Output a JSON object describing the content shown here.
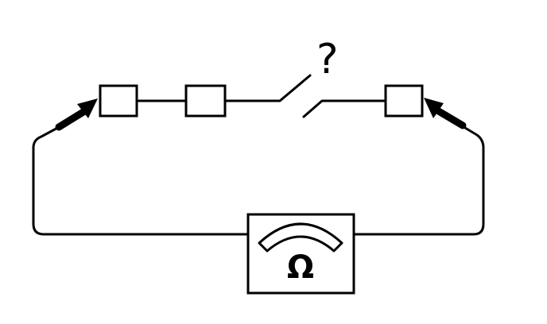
{
  "diagram": {
    "unknown_marker": "?",
    "meter_symbol": "Ω",
    "colors": {
      "line": "#000000",
      "background": "#ffffff"
    },
    "components": {
      "box_count": 3,
      "meter": "ohmmeter",
      "switch": "open"
    }
  }
}
